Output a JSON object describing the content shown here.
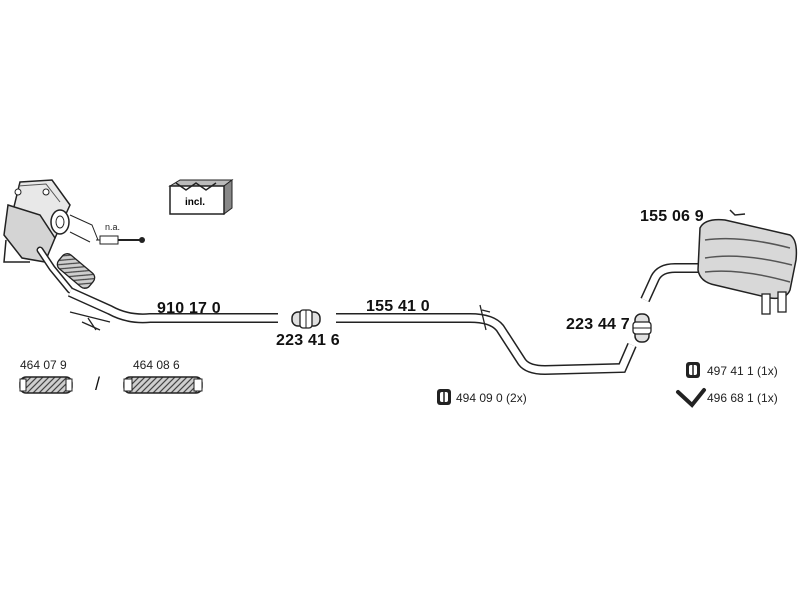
{
  "parts": {
    "front_pipe": "910 17 0",
    "connector_front": "223 41 6",
    "middle_pipe": "155 41 0",
    "connector_rear": "223 44 7",
    "rear_silencer": "155 06 9",
    "flex_a": "464 07 9",
    "flex_b": "464 08 6",
    "separator": "/"
  },
  "catalyst": {
    "na_label": "n.a.",
    "incl_label": "incl."
  },
  "hardware": [
    {
      "icon": "rubber-mount-icon",
      "text": "494 09 0  (2x)"
    },
    {
      "icon": "rubber-mount-icon",
      "text": "497 41 1  (1x)"
    },
    {
      "icon": "v-clamp-icon",
      "text": "496 68 1  (1x)"
    }
  ]
}
